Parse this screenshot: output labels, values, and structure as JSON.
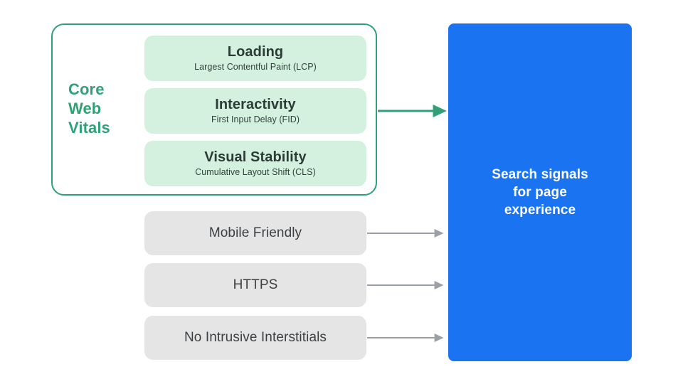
{
  "diagram": {
    "title": "Search signals for page experience",
    "colors": {
      "green_accent": "#2FA077",
      "green_card_fill": "#D4F1E0",
      "gray_card_fill": "#E5E5E6",
      "gray_arrow": "#9AA0A6",
      "blue_box": "#1A73F0",
      "text_dark": "#3C4043",
      "text_white": "#FFFFFF",
      "background": "#FFFFFF"
    }
  },
  "core_web_vitals": {
    "label_lines": [
      "Core",
      "Web",
      "Vitals"
    ],
    "label_full": "Core Web Vitals",
    "metrics": [
      {
        "title": "Loading",
        "subtitle": "Largest Contentful Paint (LCP)"
      },
      {
        "title": "Interactivity",
        "subtitle": "First Input Delay (FID)"
      },
      {
        "title": "Visual Stability",
        "subtitle": "Cumulative Layout Shift (CLS)"
      }
    ]
  },
  "other_signals": [
    {
      "label": "Mobile Friendly"
    },
    {
      "label": "HTTPS"
    },
    {
      "label": "No Intrusive Interstitials"
    }
  ],
  "destination": {
    "lines": [
      "Search signals",
      "for page",
      "experience"
    ],
    "full_text": "Search signals for page experience"
  },
  "arrows": [
    {
      "name": "core-web-vitals-to-destination",
      "color": "#2FA077"
    },
    {
      "name": "mobile-friendly-to-destination",
      "color": "#9AA0A6"
    },
    {
      "name": "https-to-destination",
      "color": "#9AA0A6"
    },
    {
      "name": "no-intrusive-interstitials-to-destination",
      "color": "#9AA0A6"
    }
  ]
}
